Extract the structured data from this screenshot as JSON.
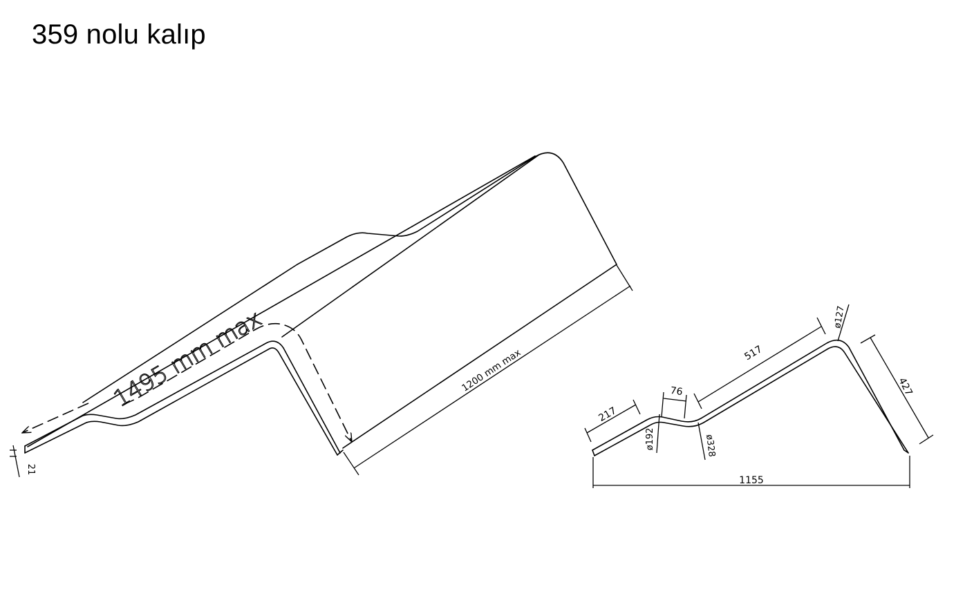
{
  "title": "359 nolu kalıp",
  "isometric_view": {
    "length_label": "1495 mm max",
    "width_label": "1200 mm max",
    "thickness_label": "21"
  },
  "profile_view": {
    "dim_flange": "217",
    "dim_flat": "76",
    "dim_slope": "517",
    "dim_back": "427",
    "dim_total_width": "1155",
    "radius_small": "ø192",
    "radius_large": "ø328",
    "radius_top": "ø127"
  }
}
